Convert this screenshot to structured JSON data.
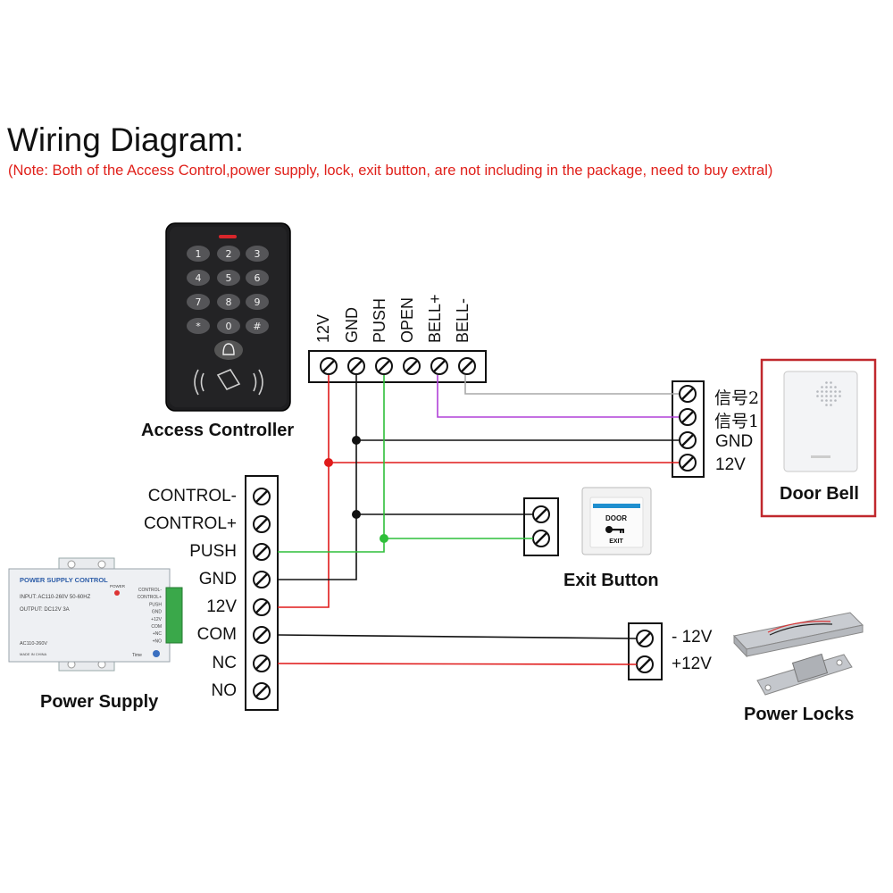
{
  "title": "Wiring Diagram:",
  "note": "(Note: Both of the Access Control,power supply, lock, exit button,  are not including in the package, need to buy extral)",
  "access_controller": {
    "label": "Access Controller",
    "keypad_keys": [
      "1",
      "2",
      "3",
      "4",
      "5",
      "6",
      "7",
      "8",
      "9",
      "*",
      "0",
      "#"
    ],
    "terminals": [
      "12V",
      "GND",
      "PUSH",
      "OPEN",
      "BELL+",
      "BELL-"
    ]
  },
  "door_bell": {
    "label": "Door Bell",
    "terminals": [
      "信号2",
      "信号1",
      "GND",
      "12V"
    ]
  },
  "power_supply": {
    "label": "Power Supply",
    "terminals": [
      "CONTROL-",
      "CONTROL+",
      "PUSH",
      "GND",
      "12V",
      "COM",
      "NC",
      "NO"
    ],
    "device_header": "POWER SUPPLY CONTROL",
    "device_input": "INPUT: AC110-260V 50-60HZ",
    "device_output": "OUTPUT: DC12V  3A",
    "device_power": "POWER",
    "device_ac": "AC110-260V",
    "device_made": "MADE IN CHINA",
    "device_time": "Time",
    "device_terms": [
      "CONTROL-",
      "CONTROL+",
      "PUSH",
      "GND",
      "+12V",
      "COM",
      "+NC",
      "+NO"
    ]
  },
  "exit_button": {
    "label": "Exit Button",
    "face_top": "DOOR",
    "face_bottom": "EXIT"
  },
  "power_locks": {
    "label": "Power Locks",
    "terminals": [
      "- 12V",
      "+12V"
    ]
  },
  "colors": {
    "red_wire": "#e01a1a",
    "black_wire": "#111111",
    "green_wire": "#2fbf3a",
    "purple_wire": "#b040d8",
    "gray_wire": "#a8a8a8",
    "bell_frame": "#c0282d"
  }
}
